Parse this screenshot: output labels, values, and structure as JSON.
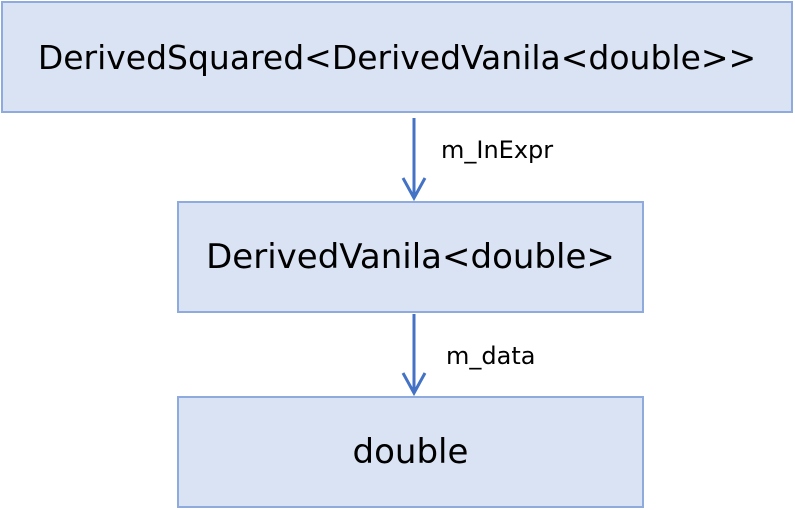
{
  "diagram": {
    "nodes": [
      {
        "id": "top",
        "label": "DerivedSquared<DerivedVanila<double>>"
      },
      {
        "id": "mid",
        "label": "DerivedVanila<double>"
      },
      {
        "id": "bot",
        "label": "double"
      }
    ],
    "edges": [
      {
        "from": "top",
        "to": "mid",
        "label": "m_InExpr"
      },
      {
        "from": "mid",
        "to": "bot",
        "label": "m_data"
      }
    ]
  },
  "colors": {
    "node_fill": "#dae3f3",
    "node_border": "#8faadc",
    "arrow": "#4472c4"
  }
}
